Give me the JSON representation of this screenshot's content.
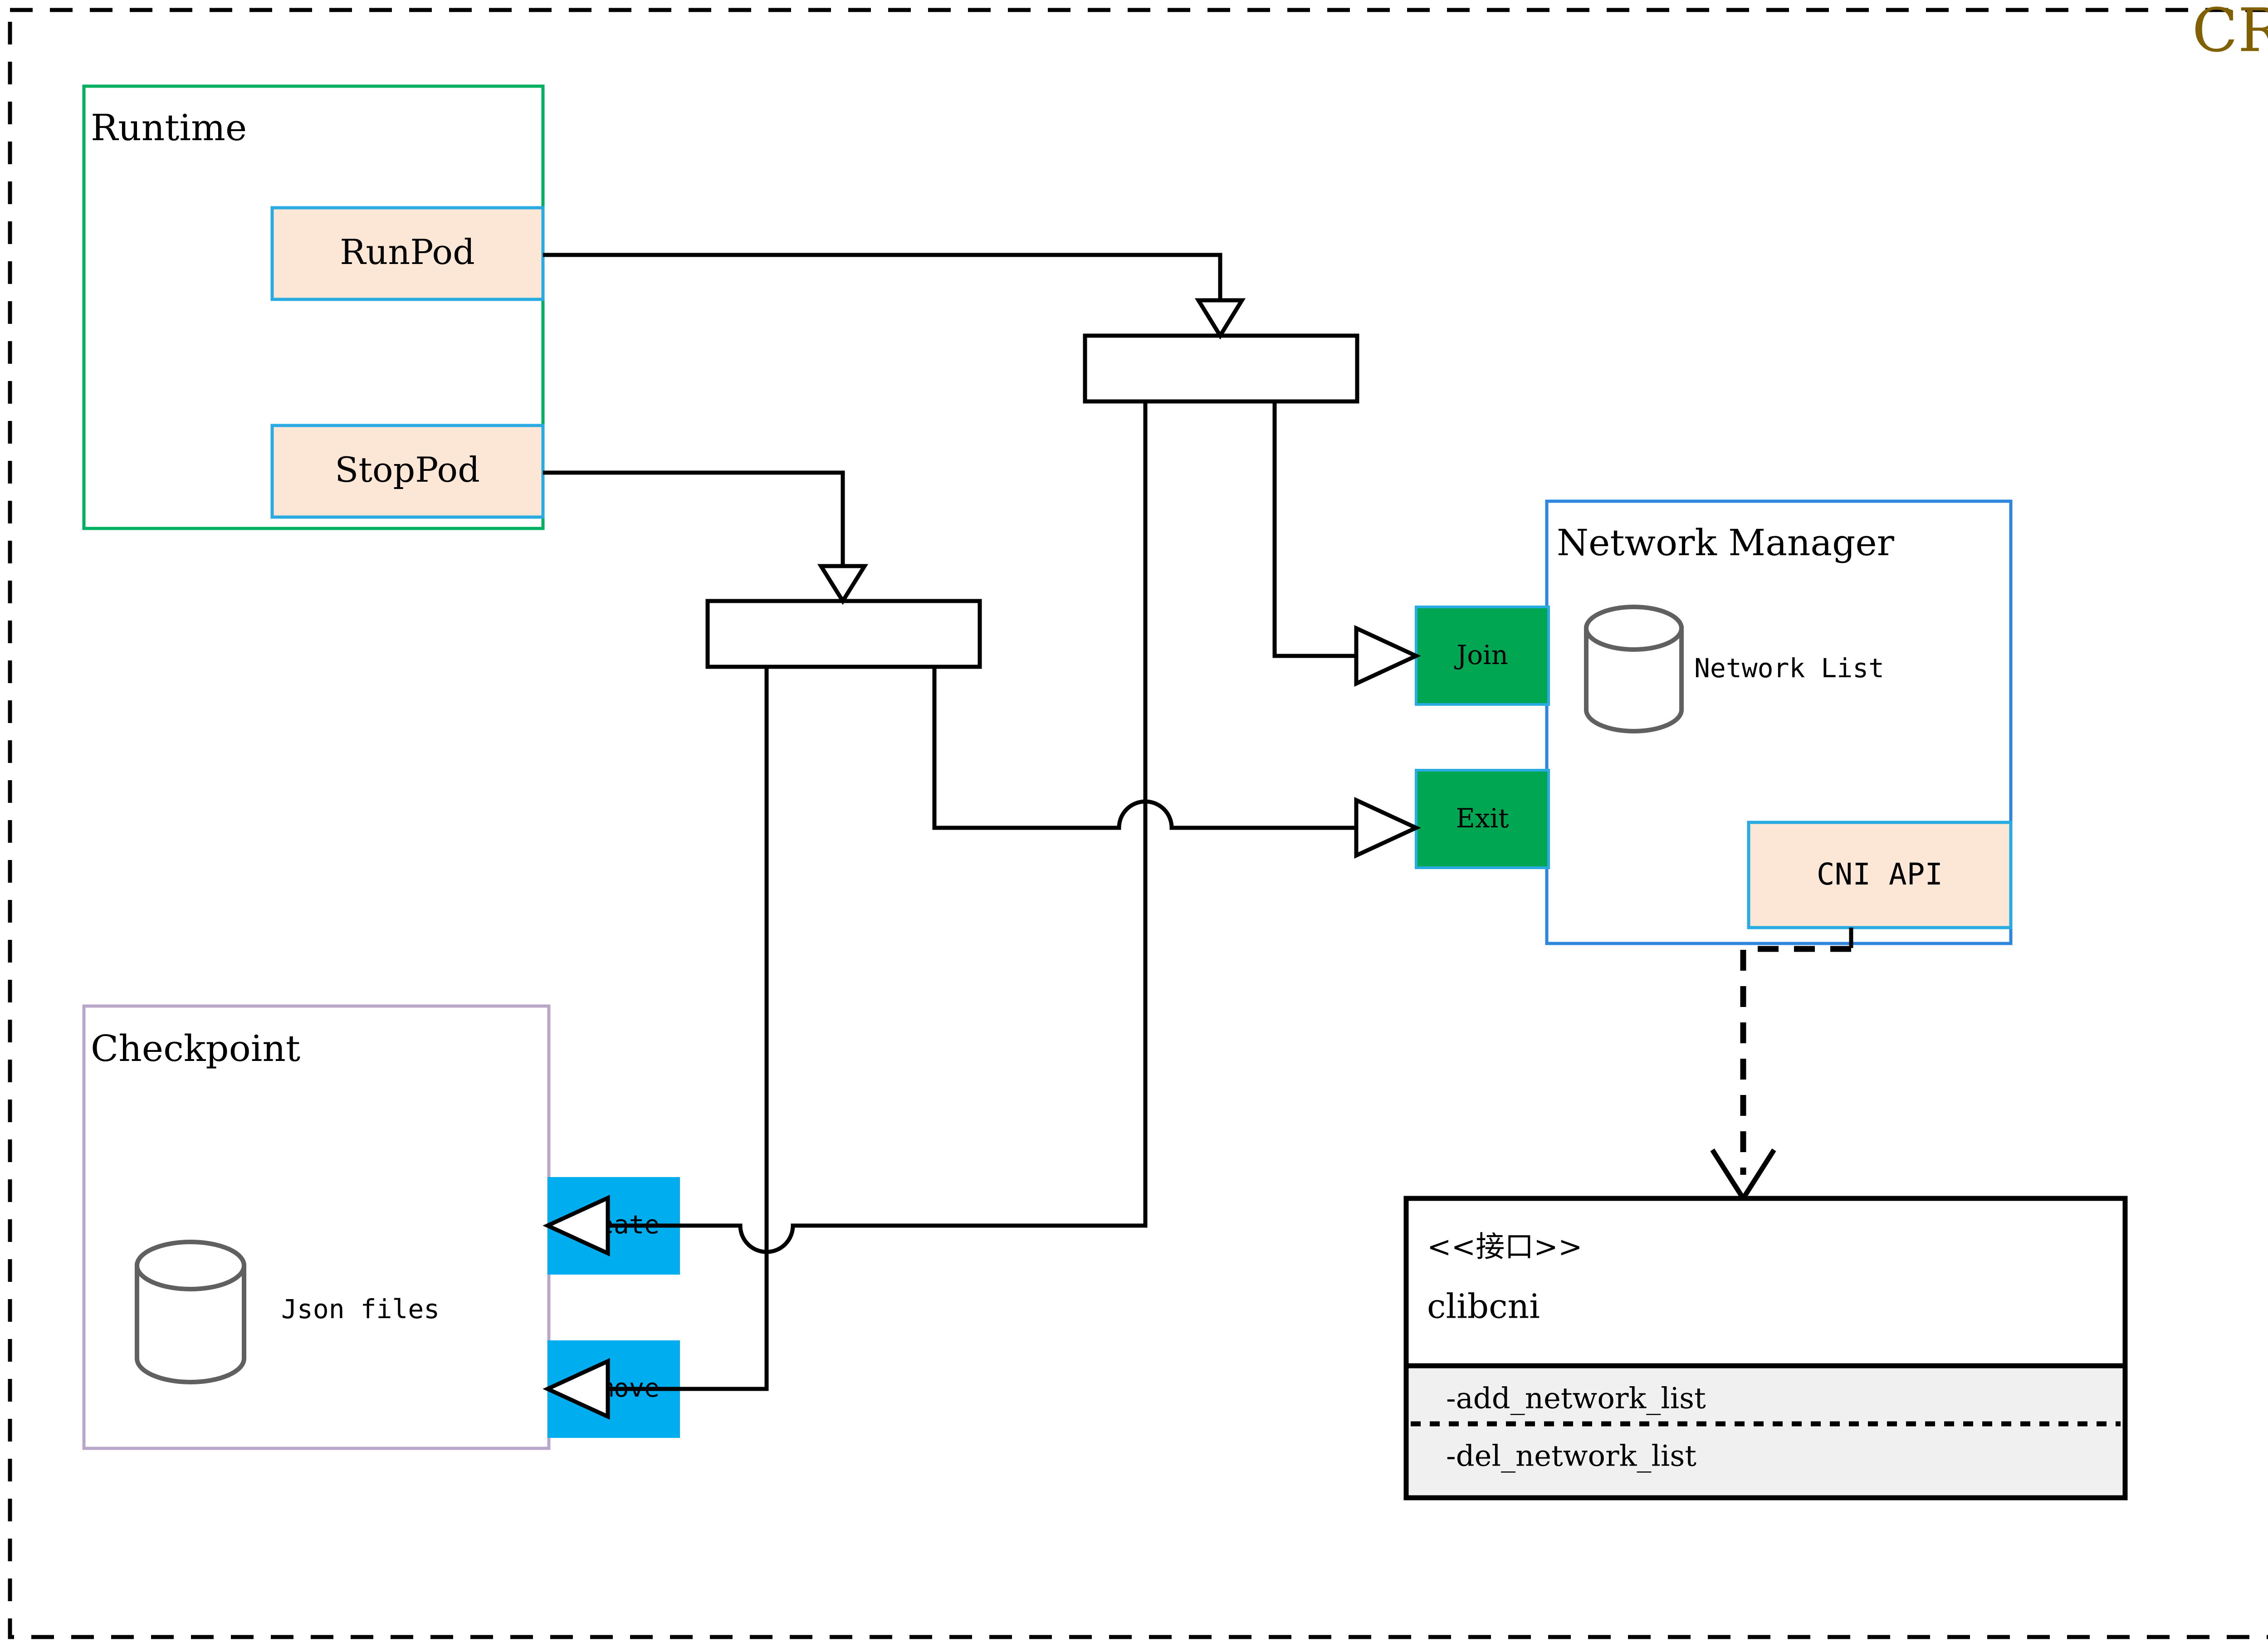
{
  "diagram": {
    "title": "CRI",
    "title_color": "#806000",
    "outer_border": "dashed",
    "groups": [
      {
        "id": "runtime",
        "label": "Runtime",
        "border_color": "#00B060",
        "fill": "#ffffff"
      },
      {
        "id": "checkpoint",
        "label": "Checkpoint",
        "border_color": "#B9A7C9",
        "fill": "#ffffff"
      },
      {
        "id": "network-manager",
        "label": "Network Manager",
        "border_color": "#2E86DE",
        "fill": "#ffffff"
      }
    ],
    "operations": [
      {
        "id": "runpod",
        "label": "RunPod",
        "fill": "#FCE6D6",
        "border_color": "#29ABE2",
        "group": "runtime"
      },
      {
        "id": "stoppod",
        "label": "StopPod",
        "fill": "#FCE6D6",
        "border_color": "#29ABE2",
        "group": "runtime"
      },
      {
        "id": "cni-api",
        "label": "CNI API",
        "fill": "#FCE6D6",
        "border_color": "#29ABE2",
        "group": "network-manager"
      }
    ],
    "network_ports": [
      {
        "id": "join",
        "label": "Join",
        "fill": "#00A651",
        "border_color": "#29ABE2"
      },
      {
        "id": "exit",
        "label": "Exit",
        "fill": "#00A651",
        "border_color": "#29ABE2"
      }
    ],
    "checkpoint_ports": [
      {
        "id": "create",
        "label": "Create",
        "fill": "#00ADEF"
      },
      {
        "id": "remove",
        "label": "Remove",
        "fill": "#00ADEF"
      }
    ],
    "stores": [
      {
        "id": "network-list",
        "label": "Network List",
        "stroke": "#606060"
      },
      {
        "id": "json-files",
        "label": "Json files",
        "stroke": "#606060"
      }
    ],
    "forks": [
      {
        "id": "fork-runpod",
        "label": ""
      },
      {
        "id": "fork-stoppod",
        "label": ""
      }
    ],
    "interface": {
      "stereotype": "<<接口>>",
      "name": "clibcni",
      "methods": [
        "-add_network_list",
        "-del_network_list"
      ],
      "method_area_fill": "#F0F0F0"
    }
  }
}
